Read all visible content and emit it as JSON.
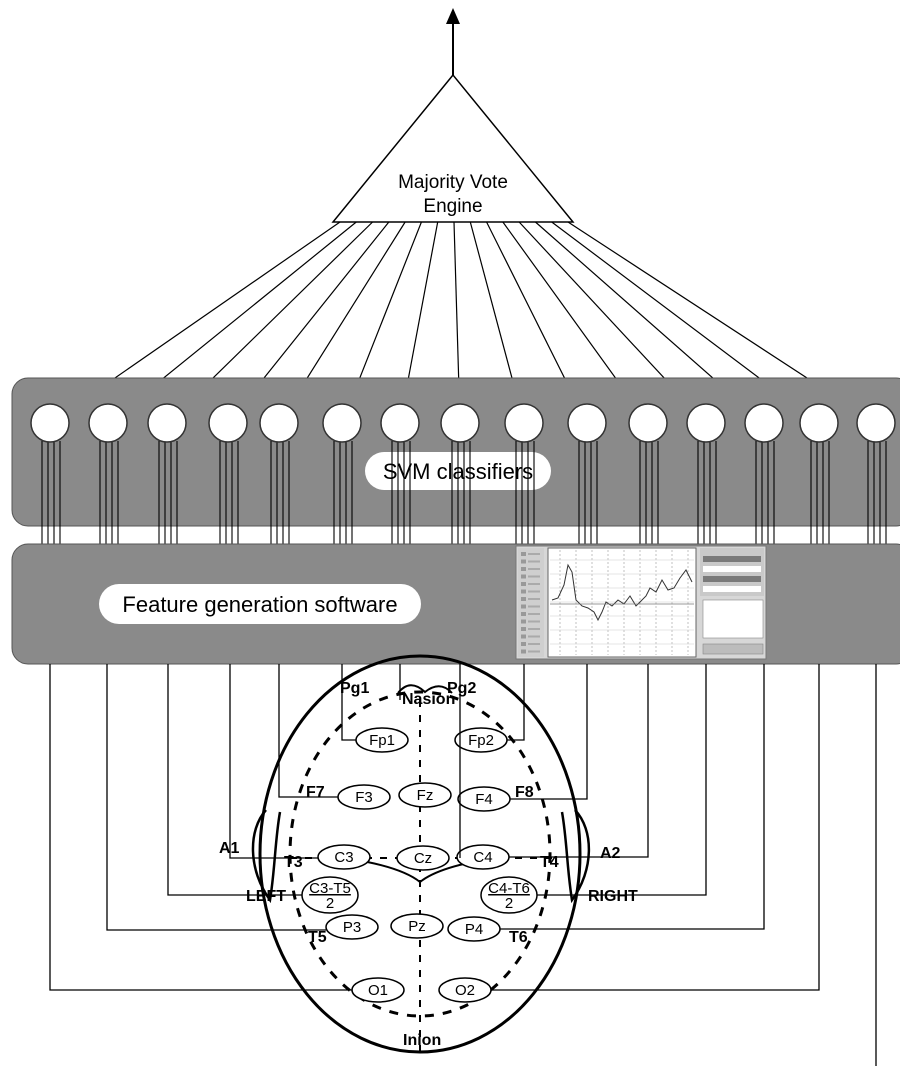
{
  "engine": {
    "line1": "Majority Vote",
    "line2": "Engine"
  },
  "svm_panel": {
    "label": "SVM classifiers"
  },
  "feature_panel": {
    "label": "Feature generation software"
  },
  "head": {
    "electrodes": [
      {
        "id": "fp1",
        "text": "Fp1"
      },
      {
        "id": "fp2",
        "text": "Fp2"
      },
      {
        "id": "f3",
        "text": "F3"
      },
      {
        "id": "fz",
        "text": "Fz"
      },
      {
        "id": "f4",
        "text": "F4"
      },
      {
        "id": "c3",
        "text": "C3"
      },
      {
        "id": "cz",
        "text": "Cz"
      },
      {
        "id": "c4",
        "text": "C4"
      },
      {
        "id": "c3t5",
        "text": "C3-T5",
        "sub": "2"
      },
      {
        "id": "c4t6",
        "text": "C4-T6",
        "sub": "2"
      },
      {
        "id": "p3",
        "text": "P3"
      },
      {
        "id": "pz",
        "text": "Pz"
      },
      {
        "id": "p4",
        "text": "P4"
      },
      {
        "id": "o1",
        "text": "O1"
      },
      {
        "id": "o2",
        "text": "O2"
      }
    ],
    "marks": {
      "pg1": "Pg1",
      "pg2": "Pg2",
      "f7": "F7",
      "f8": "F8",
      "a1": "A1",
      "a2": "A2",
      "t3": "T3",
      "t4": "T4",
      "t5": "T5",
      "t6": "T6",
      "left": "LEFT",
      "right": "RIGHT",
      "nasion": "Nasion",
      "inion": "Inion"
    }
  },
  "classifier_count": 15
}
